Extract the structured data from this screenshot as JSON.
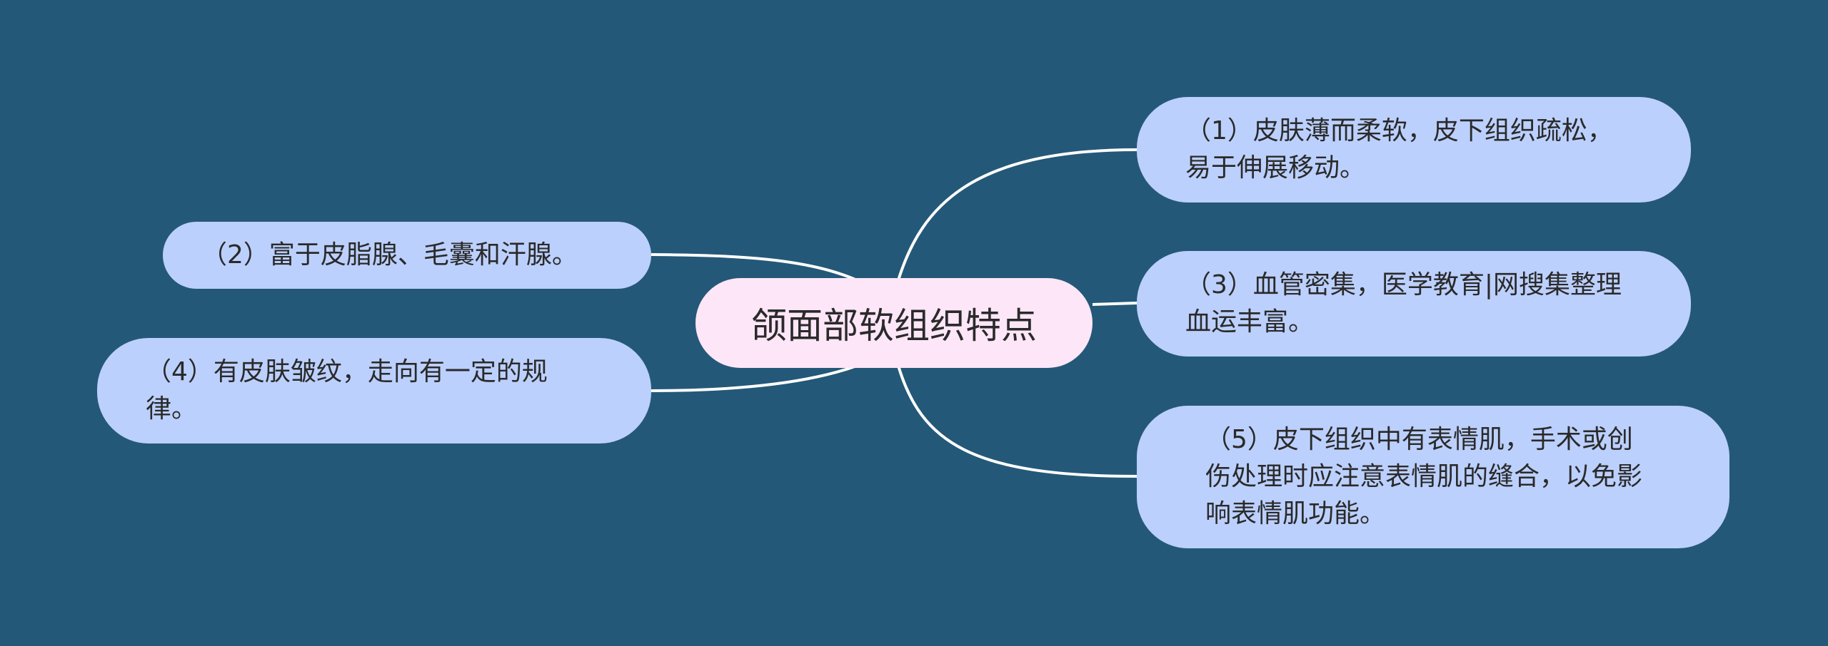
{
  "center": {
    "title": "颌面部软组织特点"
  },
  "branches": [
    {
      "id": "b1",
      "text": "（1）皮肤薄而柔软，皮下组织疏松，易于伸展移动。"
    },
    {
      "id": "b2",
      "text": "（2）富于皮脂腺、毛囊和汗腺。"
    },
    {
      "id": "b3",
      "text": "（3）血管密集，医学教育|网搜集整理血运丰富。"
    },
    {
      "id": "b4",
      "text": "（4）有皮肤皱纹，走向有一定的规律。"
    },
    {
      "id": "b5",
      "text": "（5）皮下组织中有表情肌，手术或创伤处理时应注意表情肌的缝合，以免影响表情肌功能。"
    }
  ],
  "colors": {
    "background": "#245878",
    "center_fill": "#fde6f8",
    "branch_fill": "#bcd0fd",
    "connector": "#ffffff"
  }
}
